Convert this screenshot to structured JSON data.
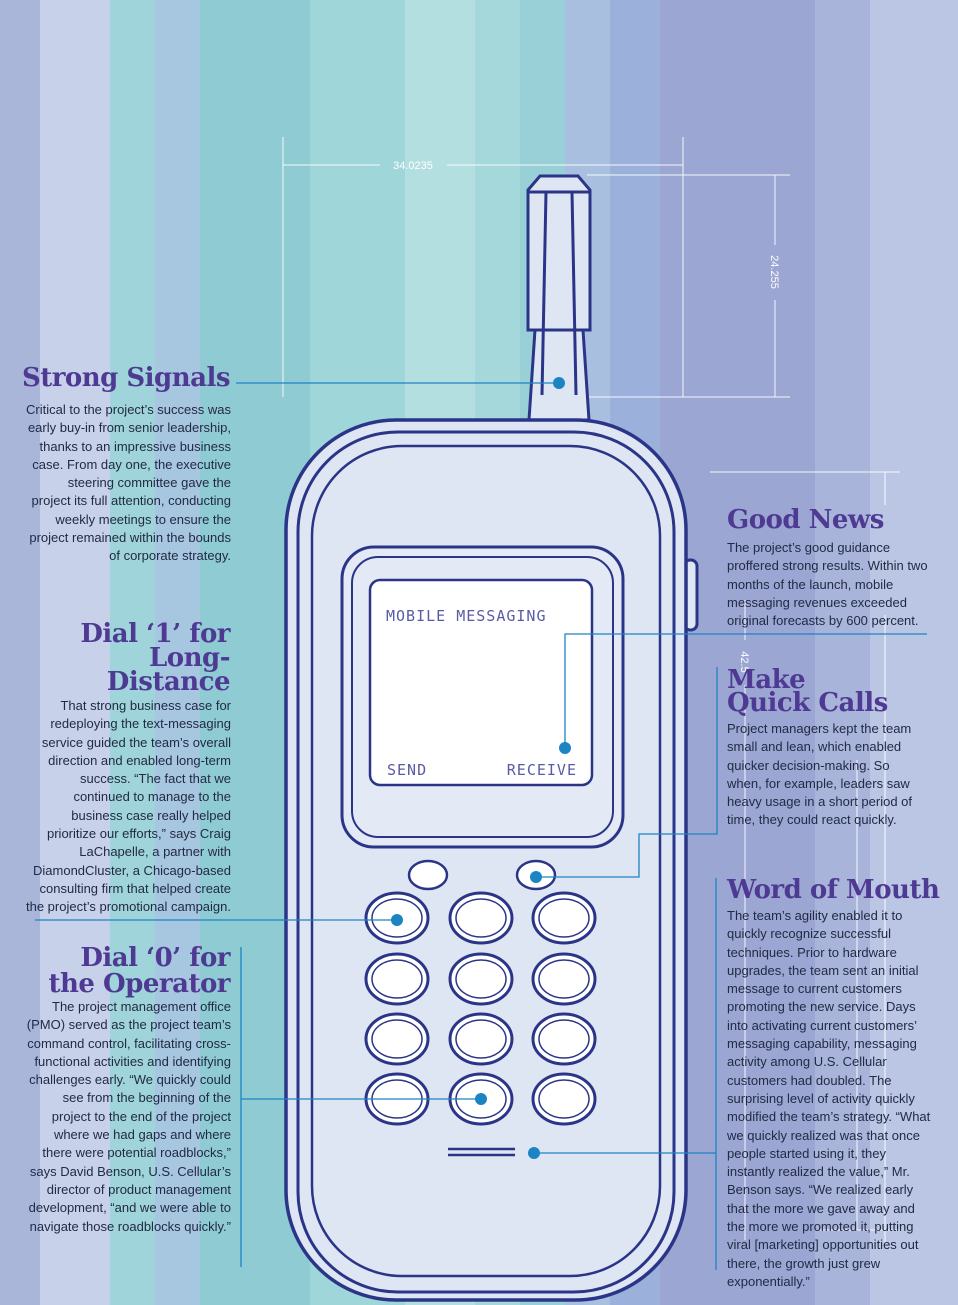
{
  "colors": {
    "heading": "#4e3a93",
    "callout_line": "#1d84c4",
    "phone_outline": "#2b3588",
    "phone_body": "#dfe6f3"
  },
  "dimensions": {
    "top_width": "34.0235",
    "antenna_height": "24.255",
    "right_side": "42.5"
  },
  "screen": {
    "title": "MOBILE MESSAGING",
    "left_softkey": "SEND",
    "right_softkey": "RECEIVE"
  },
  "sections": {
    "strong_signals": {
      "title": "Strong Signals",
      "body": "Critical to the project’s success was early buy-in from senior leadership, thanks to an impressive business case. From day one, the executive steering committee gave the project its full attention, conducting weekly meetings to ensure the project remained within the bounds of corporate strategy."
    },
    "dial_1": {
      "title_line1": "Dial ‘1’ for",
      "title_line2": "Long-",
      "title_line3": "Distance",
      "body": "That strong business case for redeploying the text-messaging service guided the team’s overall direction and enabled long-term success. “The fact that we continued to manage to the business case really helped prioritize our efforts,” says Craig LaChapelle, a partner with DiamondCluster, a Chicago-based consulting firm that helped create the project’s promotional campaign."
    },
    "dial_0": {
      "title_line1": "Dial ‘0’ for",
      "title_line2": "the Operator",
      "body": "The project management office (PMO) served as the project team’s command control, facilitating cross-functional activities and identifying challenges early. “We quickly could see from the beginning of the project to the end of the project where we had gaps and where there were potential roadblocks,” says David Benson, U.S. Cellular’s director of product management development, “and we were able to navigate those roadblocks quickly.”"
    },
    "good_news": {
      "title": "Good News",
      "body": "The project’s good guidance proffered strong results. Within two months of the launch, mobile messaging revenues exceeded original forecasts by 600 percent."
    },
    "quick_calls": {
      "title_line1": "Make",
      "title_line2": "Quick Calls",
      "body": "Project managers kept the team small and lean, which enabled quicker decision-making. So when, for example, leaders saw heavy usage in a short period of time, they could react quickly."
    },
    "word_of_mouth": {
      "title": "Word of Mouth",
      "body": "The team’s agility enabled it to quickly recognize successful techniques. Prior to hardware upgrades, the team sent an initial message to current customers promoting the new service. Days into activating current customers’ messaging capability, messaging activity among U.S. Cellular customers had doubled. The surprising level of activity quickly modified the team’s strategy. “What we quickly realized was that once people started using it, they instantly realized the value,” Mr. Benson says. “We realized early that the more we gave away and the more we promoted it, putting viral [marketing] opportunities out there, the growth just grew exponentially.”"
    }
  }
}
